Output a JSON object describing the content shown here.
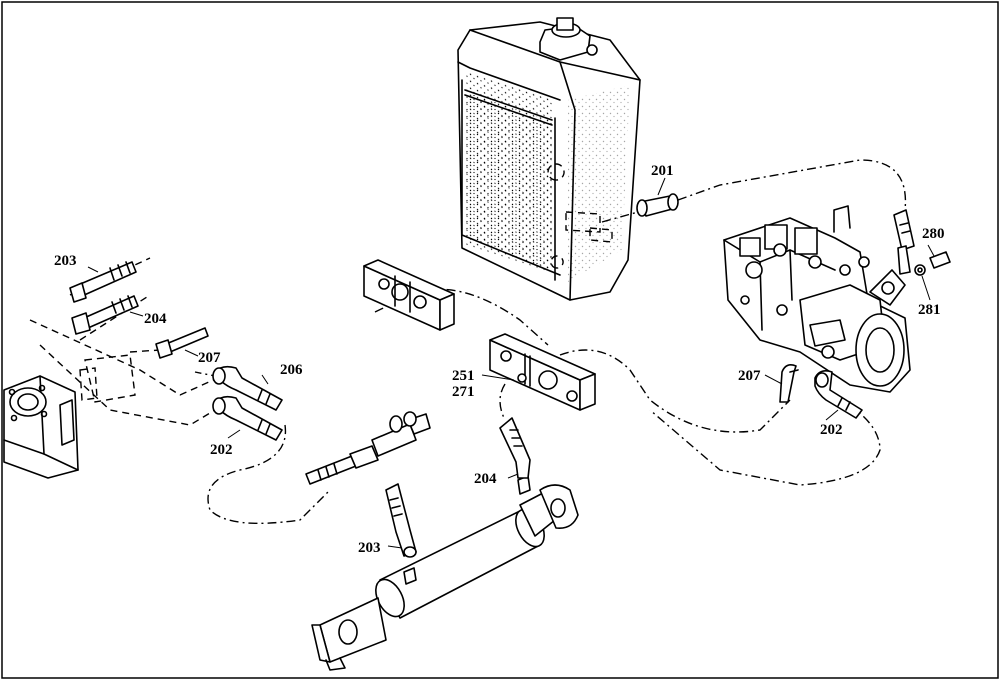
{
  "labels": {
    "p201": "201",
    "p280": "280",
    "p281": "281",
    "p203a": "203",
    "p204a": "204",
    "p207a": "207",
    "p206": "206",
    "p202a": "202",
    "p251": "251",
    "p271": "271",
    "p207b": "207",
    "p202b": "202",
    "p204b": "204",
    "p203b": "203"
  }
}
